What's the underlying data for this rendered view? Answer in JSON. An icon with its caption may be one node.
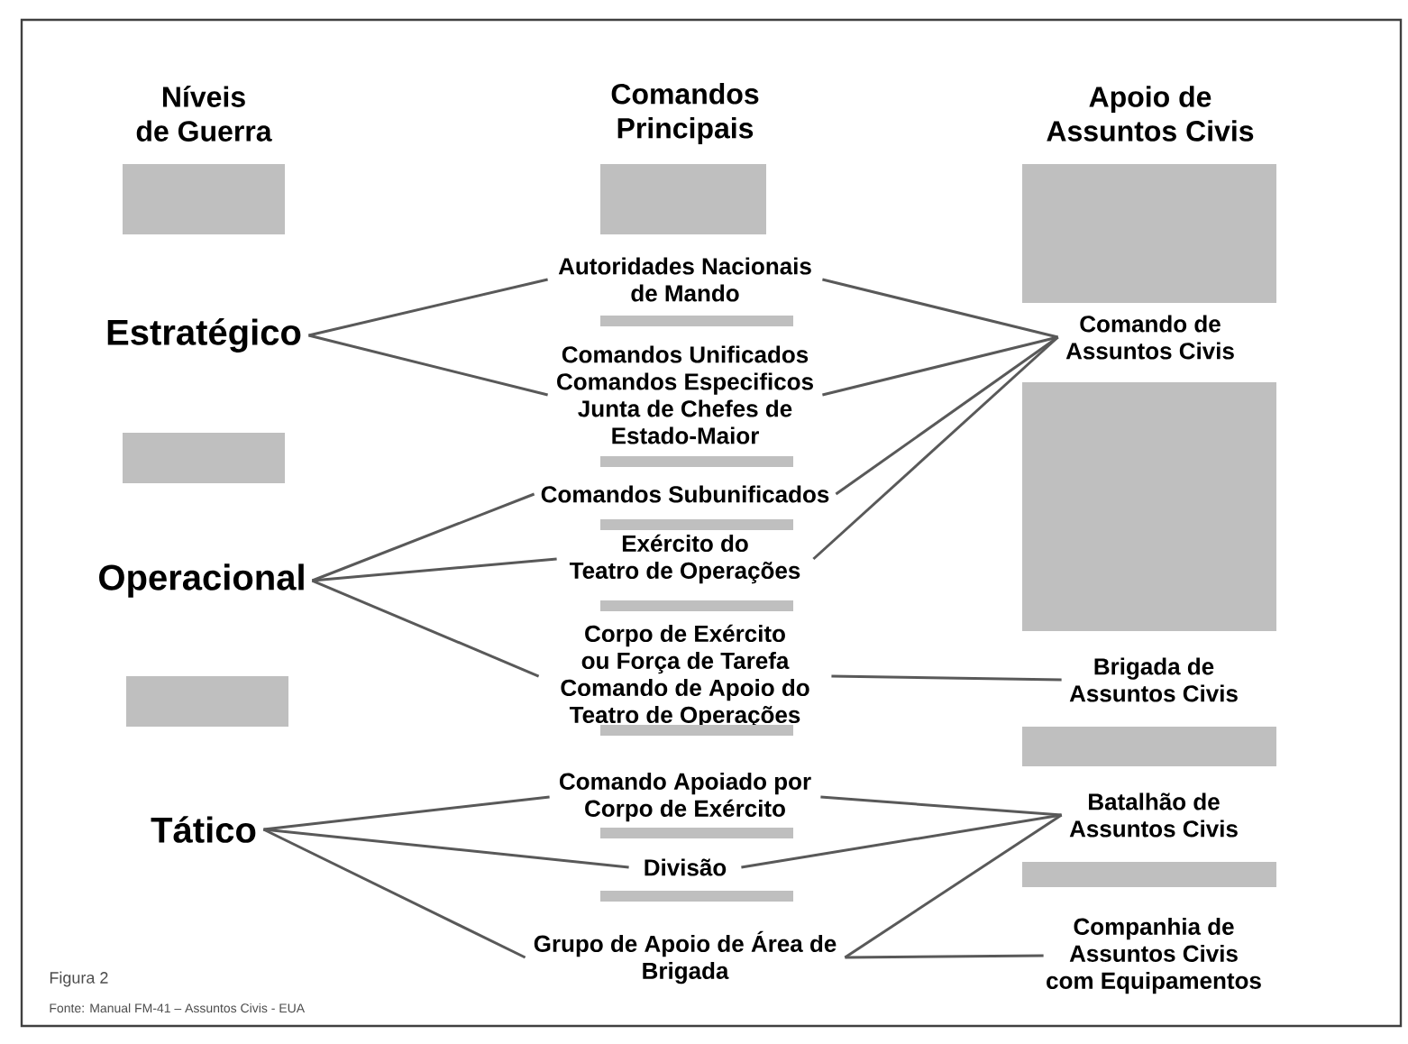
{
  "diagram": {
    "nodes": [
      {
        "text": [
          "Estratégico"
        ]
      },
      {
        "text": [
          "Operacional"
        ]
      },
      {
        "text": [
          "Tático"
        ]
      },
      {
        "text": [
          "Autoridades Nacionais de Mando"
        ]
      },
      {
        "text": [
          "Comandos Unificados Comandos Especificos Junta de Chefes de Estado-Maior"
        ]
      },
      {
        "text": [
          "Comandos Subunificados"
        ]
      },
      {
        "text": [
          "Exército do Teatro de Operações"
        ]
      },
      {
        "text": [
          "Corpo de Exército ou Força de Tarefa Comando de Apoio do Teatro de Operações"
        ]
      },
      {
        "text": [
          "Comando Apoiado por Corpo de Exército"
        ]
      },
      {
        "text": [
          "Divisão"
        ]
      },
      {
        "text": [
          "Grupo de Apoio de Área de Brigada"
        ]
      },
      {
        "text": [
          "Comando de Assuntos Civis"
        ]
      },
      {
        "text": [
          "Brigada de Assuntos Civis"
        ]
      },
      {
        "text": [
          "Batalhão de Assuntos Civis"
        ]
      },
      {
        "text": [
          "Companhia de Assuntos Civis com Equipamentos"
        ]
      },
      {
        "text": [],
        "shape": "bar"
      },
      {
        "text": [],
        "shape": "bar"
      },
      {
        "text": [],
        "shape": "bar"
      },
      {
        "text": [],
        "shape": "bar"
      },
      {
        "text": [],
        "shape": "bar"
      },
      {
        "text": [],
        "shape": "bar"
      },
      {
        "text": [],
        "shape": "bar"
      },
      {
        "text": [],
        "shape": "bar"
      },
      {
        "text": [],
        "shape": "bar"
      },
      {
        "text": [],
        "shape": "bar"
      },
      {
        "text": [],
        "shape": "bar"
      },
      {
        "text": [],
        "shape": "bar"
      },
      {
        "text": [],
        "shape": "bar"
      },
      {
        "text": [],
        "shape": "bar"
      },
      {
        "text": [],
        "shape": "bar"
      }
    ],
    "edges": [
      {
        "from": 0,
        "to": 3,
        "arrow": "none"
      },
      {
        "from": 0,
        "to": 4,
        "arrow": "none"
      },
      {
        "from": 1,
        "to": 5,
        "arrow": "none"
      },
      {
        "from": 1,
        "to": 6,
        "arrow": "none"
      },
      {
        "from": 1,
        "to": 7,
        "arrow": "none"
      },
      {
        "from": 2,
        "to": 8,
        "arrow": "none"
      },
      {
        "from": 2,
        "to": 9,
        "arrow": "none"
      },
      {
        "from": 2,
        "to": 10,
        "arrow": "none"
      },
      {
        "from": 3,
        "to": 11,
        "arrow": "none"
      },
      {
        "from": 4,
        "to": 11,
        "arrow": "none"
      },
      {
        "from": 5,
        "to": 11,
        "arrow": "none"
      },
      {
        "from": 6,
        "to": 11,
        "arrow": "none"
      },
      {
        "from": 7,
        "to": 12,
        "arrow": "none"
      },
      {
        "from": 8,
        "to": 13,
        "arrow": "none"
      },
      {
        "from": 9,
        "to": 13,
        "arrow": "none"
      },
      {
        "from": 10,
        "to": 13,
        "arrow": "none"
      },
      {
        "from": 10,
        "to": 14,
        "arrow": "none"
      }
    ],
    "labels": [
      "Níveis de Guerra",
      "Comandos Principais",
      "Apoio de Assuntos Civis",
      "Figura 2",
      "Fonte: Manual FM-41 – Assuntos Civis - EUA"
    ]
  }
}
